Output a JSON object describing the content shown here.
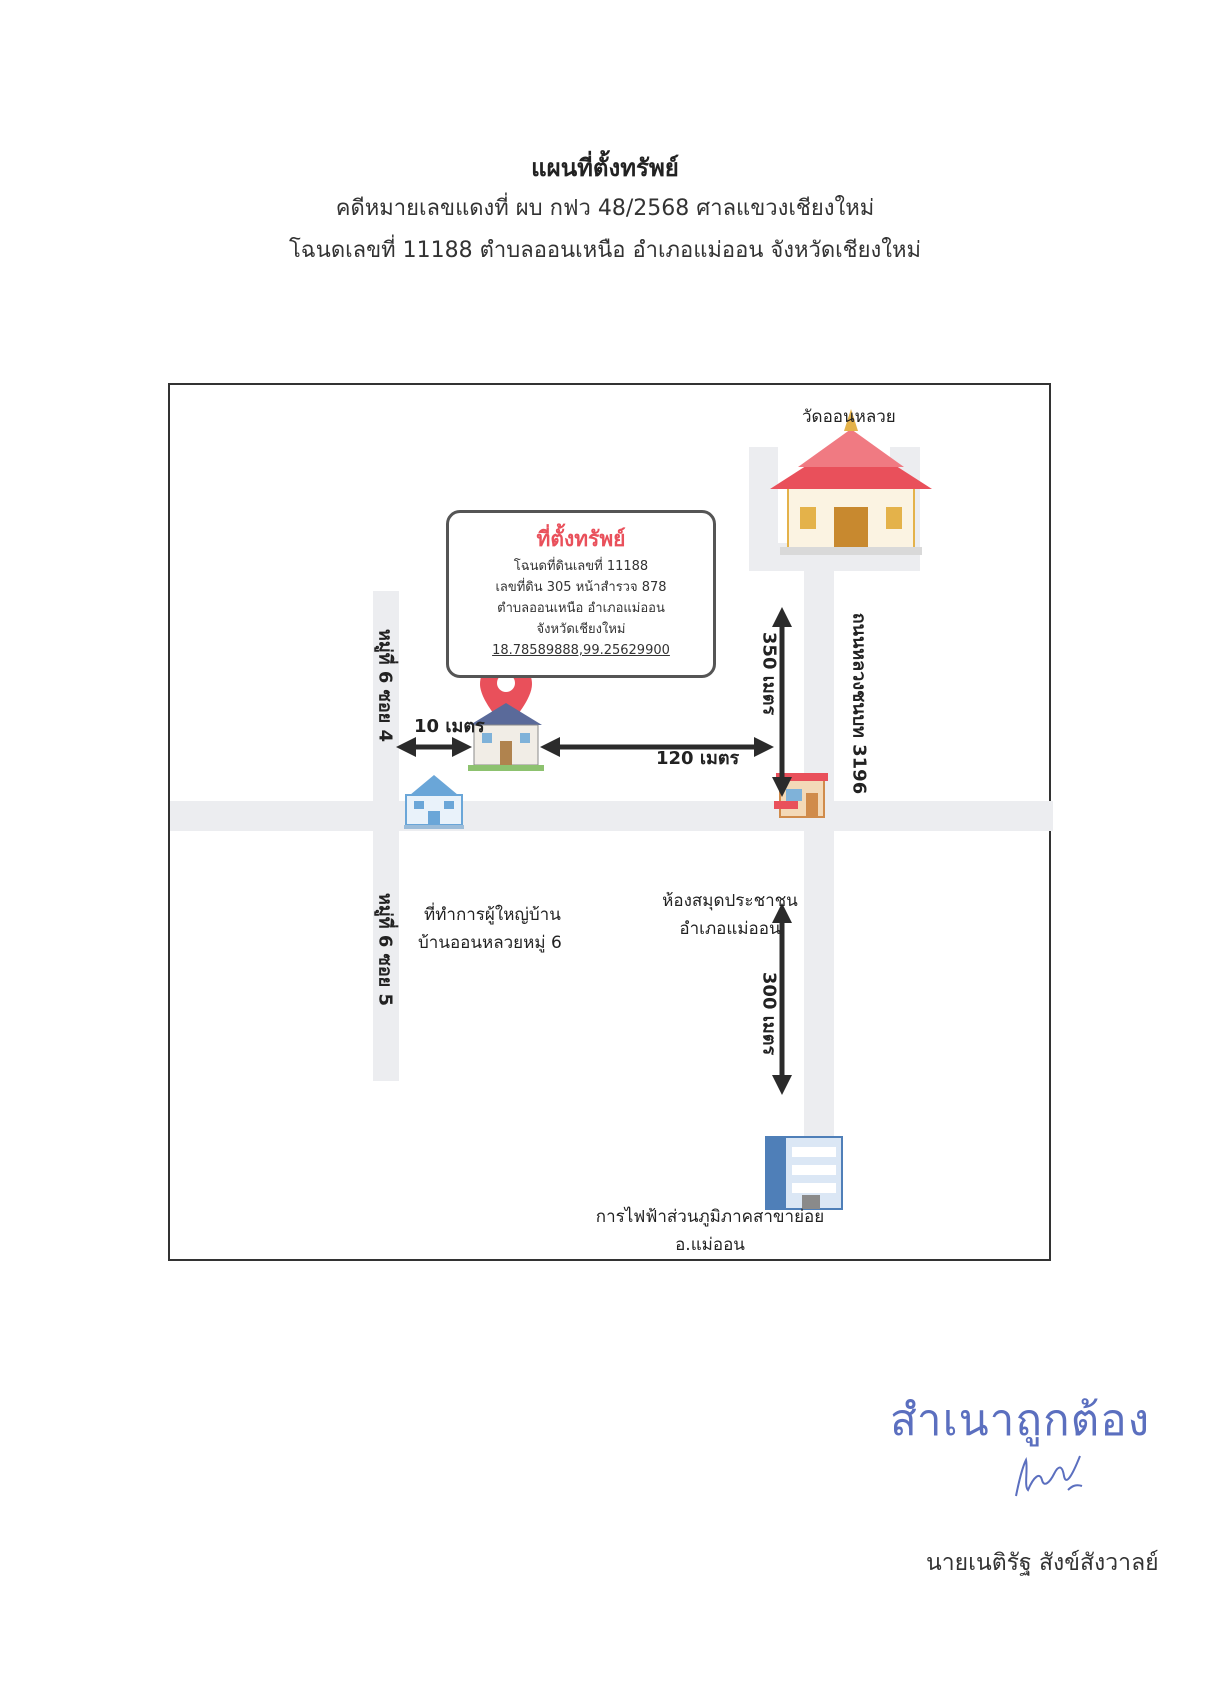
{
  "header": {
    "title": "แผนที่ตั้งทรัพย์",
    "case_line": "คดีหมายเลขแดงที่ ผบ กฟว 48/2568  ศาลแขวงเชียงใหม่",
    "deed_line": "โฉนดเลขที่ 11188 ตำบลออนเหนือ อำเภอแม่ออน จังหวัดเชียงใหม่"
  },
  "map": {
    "temple_label": "วัดออนหลวย",
    "property_box": {
      "title": "ที่ตั้งทรัพย์",
      "line1": "โฉนดที่ดินเลขที่ 11188",
      "line2": "เลขที่ดิน 305 หน้าสำรวจ 878",
      "line3": "ตำบลออนเหนือ อำเภอแม่ออน",
      "line4": "จังหวัดเชียงใหม่",
      "coordinates": "18.78589888,99.25629900"
    },
    "road_right": "ถนนหลวงชนบท 3196",
    "road_left_upper": "หมู่ที่ 6 ซอย 4",
    "road_left_lower": "หมู่ที่ 6 ซอย 5",
    "dist_left": "10 เมตร",
    "dist_right": "120 เมตร",
    "dist_up": "350 เมตร",
    "dist_down": "300 เมตร",
    "office_label_1": "ที่ทำการผู้ใหญ่บ้าน",
    "office_label_2": "บ้านออนหลวยหมู่ 6",
    "library_label_1": "ห้องสมุดประชาชน",
    "library_label_2": "อำเภอแม่ออน",
    "pea_label_1": "การไฟฟ้าส่วนภูมิภาคสาขาย่อย",
    "pea_label_2": "อ.แม่ออน"
  },
  "certification": {
    "stamp_text": "สำเนาถูกต้อง",
    "signer_name": "นายเนติรัฐ  สังข์สังวาลย์"
  },
  "colors": {
    "road": "#ecedf0",
    "arrow": "#2b2b2b",
    "pin": "#e9505b",
    "stamp": "#5b6fbf"
  }
}
